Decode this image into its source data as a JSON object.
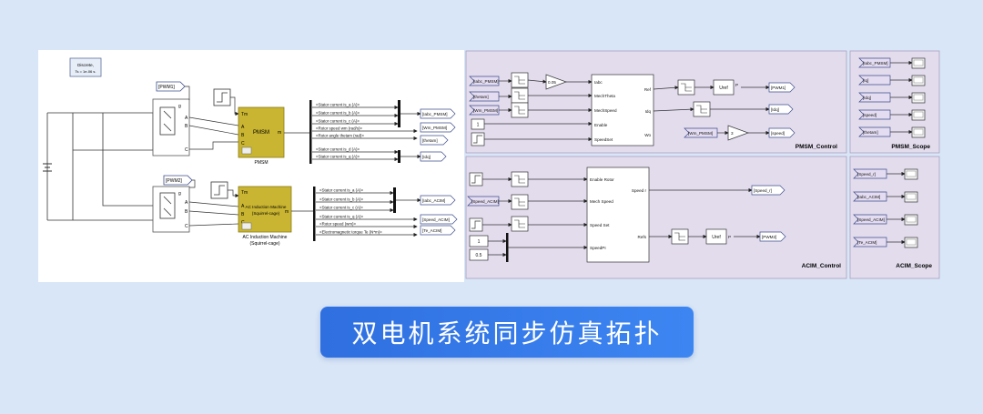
{
  "caption": "双电机系统同步仿真拓扑",
  "powergui": {
    "line1": "Discrete,",
    "line2": "Ts = 1e-06 s."
  },
  "goto_tags": {
    "pwm1": "[PWM1]",
    "pwm2": "[PWM2]",
    "iabc_pmsm": "[Iabc_PMSM]",
    "wm_pmsm": "[Wm_PMSM]",
    "thetam": "[thetam]",
    "idq": "[Idq]",
    "iabc_acim": "[Iabc_ACIM]",
    "speed_acim": "[Speed_ACIM]",
    "te_acim": "[Te_ACIM]"
  },
  "pmsm": {
    "block": "PMSM",
    "label": "PMSM",
    "port_tm": "Tm",
    "port_m": "m",
    "ports": [
      "A",
      "B",
      "C"
    ]
  },
  "acim": {
    "block_line1": "AC Induction Machine",
    "block_line2": "(Squirrel-cage)",
    "label_line1": "AC Induction Machine",
    "label_line2": "(Squirrel-cage)",
    "port_tm": "Tm",
    "port_m": "m",
    "ports": [
      "A",
      "B",
      "C"
    ]
  },
  "bridge_ports": {
    "g": "g",
    "a": "A",
    "b": "B",
    "c": "C",
    "plus": "+",
    "minus": "-"
  },
  "pmsm_signals": [
    "<Stator current is_a (A)>",
    "<Stator current is_b (A)>",
    "<Stator current is_c (A)>",
    "<Rotor speed wm (rad/s)>",
    "<Rotor angle thetam (rad)>",
    "<Stator current is_d (A)>",
    "<Stator current is_q (A)>"
  ],
  "acim_signals": [
    "<Stator current is_a (A)>",
    "<Stator current is_b (A)>",
    "<Stator current is_c (A)>",
    "<Stator current is_q (A)>",
    "<Rotor speed (wm)>",
    "<Electromagnetic torque Te (N*m)>"
  ],
  "pmsm_control": {
    "title": "PMSM_Control",
    "from_tags": [
      "[Iabc_PMSM]",
      "[thetam]",
      "[Wm_PMSM]"
    ],
    "const": "1",
    "gain": "0.05",
    "in_ports": [
      "Iabc",
      "MechTheta",
      "MechSpeed",
      "Enable",
      "SpeedSet"
    ],
    "out_ports": [
      "Ref",
      "Idq",
      "Wo"
    ],
    "uref": "Uref",
    "p": "P",
    "out_pwm": "[PWM1]",
    "out_idq": "[Idq]",
    "wm_from": "[Wm_PMSM]",
    "wm_gain": "3",
    "out_speed": "[speed]"
  },
  "acim_control": {
    "title": "ACIM_Control",
    "from_speed": "[Speed_ACIM]",
    "consts": [
      "1",
      "0.5"
    ],
    "in_ports": [
      "Enable Rotor",
      "Mech Speed",
      "Speed Set",
      "SpeedPI"
    ],
    "out_ports": [
      "Speed r",
      "Refs"
    ],
    "uref": "Uref",
    "p": "P",
    "out_speed": "[Speed_r]",
    "out_pwm": "[PWM2]"
  },
  "pmsm_scope": {
    "title": "PMSM_Scope",
    "tags": [
      "[Iabc_PMSM]",
      "[Iq]",
      "[Idq]",
      "[speed]",
      "[thetam]"
    ]
  },
  "acim_scope": {
    "title": "ACIM_Scope",
    "tags": [
      "[Speed_r]",
      "[Iabc_ACIM]",
      "[Speed_ACIM]",
      "[Te_ACIM]"
    ]
  },
  "colors": {
    "background": "#d9e6f7",
    "machine_block": "#c9b531",
    "panel": "#e3dced",
    "caption": "#3478eb",
    "tag": "#e4dcf0"
  }
}
